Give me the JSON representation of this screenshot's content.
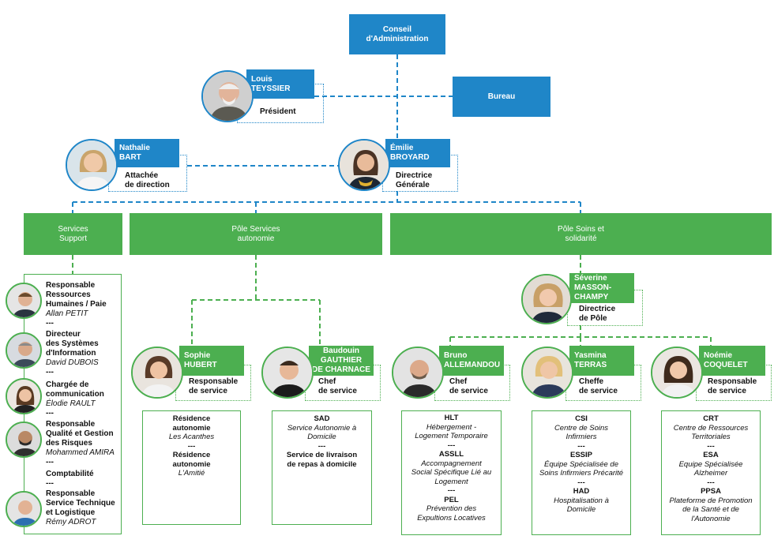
{
  "top": {
    "conseil": "Conseil\nd'Administration",
    "bureau": "Bureau"
  },
  "people": {
    "teyssier": {
      "first": "Louis",
      "last": "TEYSSIER",
      "role": "Président"
    },
    "bart": {
      "first": "Nathalie",
      "last": "BART",
      "role1": "Attachée",
      "role2": "de direction"
    },
    "broyard": {
      "first": "Émilie",
      "last": "BROYARD",
      "role1": "Directrice",
      "role2": "Générale"
    },
    "masson": {
      "first": "Séverine",
      "last1": "MASSON-",
      "last2": "CHAMPY",
      "role1": "Directrice",
      "role2": "de Pôle"
    },
    "hubert": {
      "first": "Sophie",
      "last": "HUBERT",
      "role1": "Responsable",
      "role2": "de service"
    },
    "gauthier": {
      "first": "Baudouin",
      "last1": "GAUTHIER",
      "last2": "DE CHARNACE",
      "role1": "Chef",
      "role2": "de service"
    },
    "allemandou": {
      "first": "Bruno",
      "last": "ALLEMANDOU",
      "role1": "Chef",
      "role2": "de service"
    },
    "terras": {
      "first": "Yasmina",
      "last": "TERRAS",
      "role1": "Cheffe",
      "role2": "de service"
    },
    "coquelet": {
      "first": "Noémie",
      "last": "COQUELET",
      "role1": "Responsable",
      "role2": "de service"
    }
  },
  "poles": {
    "support1": "Services",
    "support2": "Support",
    "auto1": "Pôle Services",
    "auto2": "autonomie",
    "soins1": "Pôle Soins et",
    "soins2": "solidarité"
  },
  "support_list": {
    "rh1": "Responsable",
    "rh2": "Ressources",
    "rh3": "Humaines / Paie",
    "rh_name": "Allan PETIT",
    "si1": "Directeur",
    "si2": "des Systèmes",
    "si3": "d'Information",
    "si_name": "David DUBOIS",
    "com1": "Chargée de",
    "com2": "communication",
    "com_name": "Élodie RAULT",
    "qual1": "Responsable",
    "qual2": "Qualité et Gestion",
    "qual3": "des Risques",
    "qual_name": "Mohammed AMIRA",
    "compta": "Comptabilité",
    "tech1": "Responsable",
    "tech2": "Service Technique",
    "tech3": "et Logistique",
    "tech_name": "Rémy ADROT",
    "sep": "---"
  },
  "services": {
    "hubert": {
      "a": "Résidence",
      "b": "autonomie",
      "a_sub": "Les Acanthes",
      "c": "Résidence",
      "d": "autonomie",
      "c_sub": "L'Amitié"
    },
    "gauthier": {
      "a": "SAD",
      "a_sub1": "Service Autonomie à",
      "a_sub2": "Domicile",
      "b1": "Service de livraison",
      "b2": "de repas à domicile"
    },
    "allemandou": {
      "a": "HLT",
      "a_sub1": "Hébergement -",
      "a_sub2": "Logement Temporaire",
      "b": "ASSLL",
      "b_sub1": "Accompagnement",
      "b_sub2": "Social Spécifique Lié au",
      "b_sub3": "Logement",
      "c": "PEL",
      "c_sub1": "Prévention des",
      "c_sub2": "Expultions Locatives"
    },
    "terras": {
      "a": "CSI",
      "a_sub1": "Centre de Soins",
      "a_sub2": "Infirmiers",
      "b": "ESSIP",
      "b_sub1": "Équipe Spécialisée de",
      "b_sub2": "Soins Infirmiers Précarité",
      "c": "HAD",
      "c_sub1": "Hospitalisation à",
      "c_sub2": "Domicile"
    },
    "coquelet": {
      "a": "CRT",
      "a_sub1": "Centre de Ressources",
      "a_sub2": "Territoriales",
      "b": "ESA",
      "b_sub1": "Equipe Spécialisée",
      "b_sub2": "Alzheimer",
      "c": "PPSA",
      "c_sub1": "Plateforme de Promotion",
      "c_sub2": "de la Santé et de",
      "c_sub3": "l'Autonomie"
    }
  },
  "colors": {
    "blue": "#1f86c8",
    "green": "#4caf50"
  }
}
